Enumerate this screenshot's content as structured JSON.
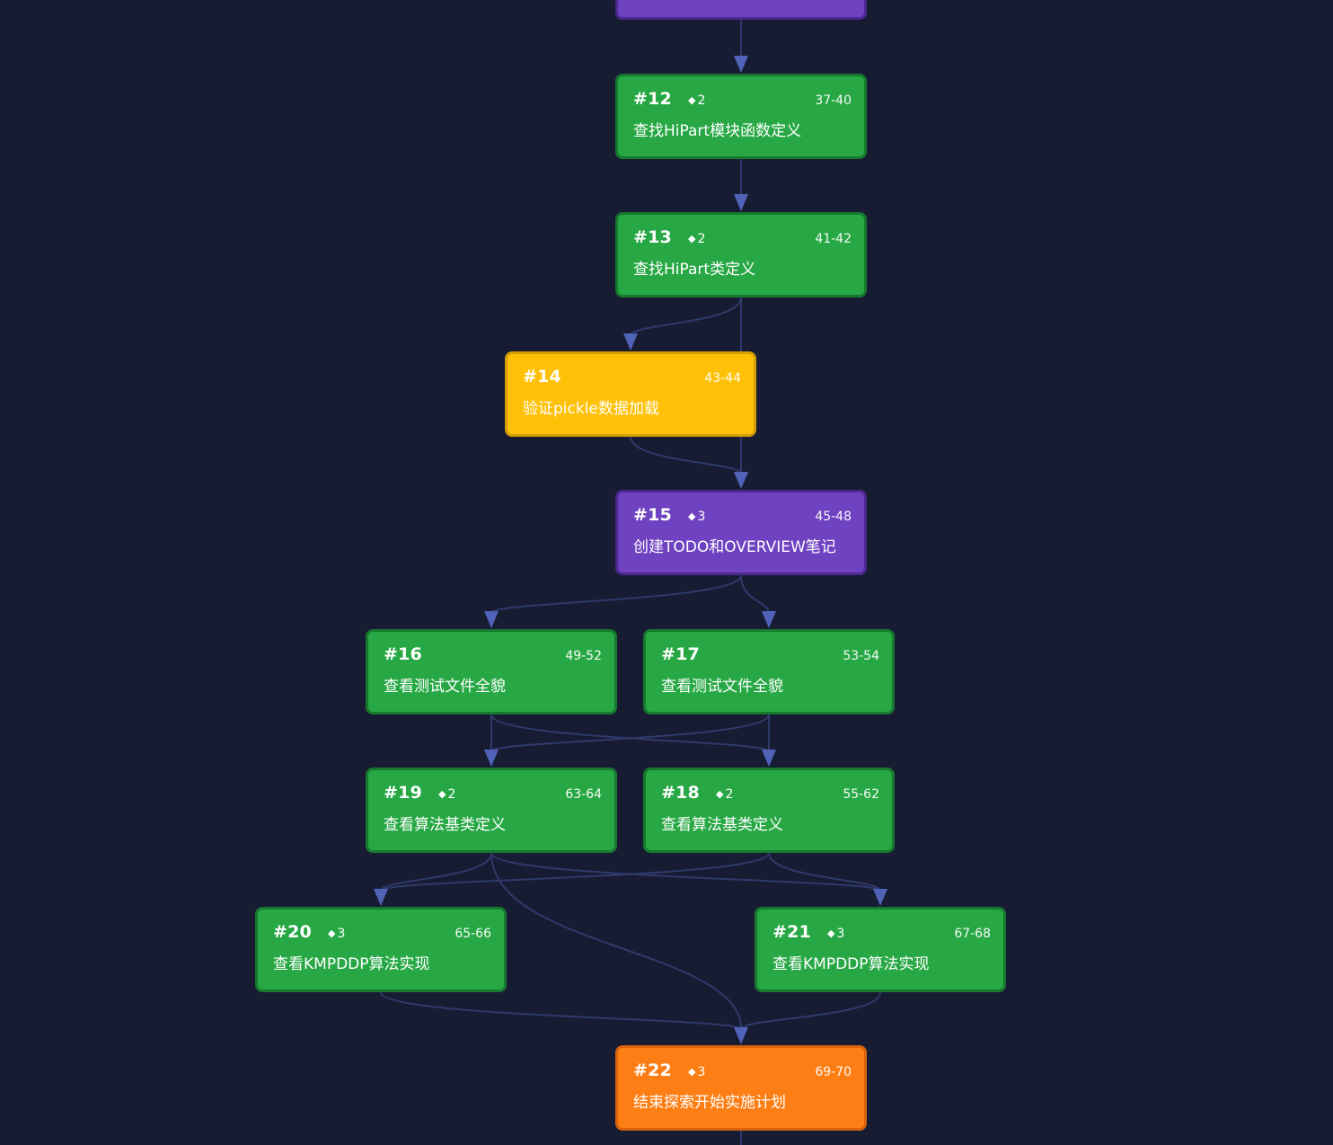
{
  "colors": {
    "background": "#171c33",
    "edge": "#2f3a6a",
    "arrow": "#5063b8",
    "green": "#27a844",
    "purple": "#6f42c1",
    "yellow": "#ffc107",
    "orange": "#fd7e14"
  },
  "icons": {
    "badge": "diamond-icon"
  },
  "top_node": {
    "color": "purple"
  },
  "nodes": [
    {
      "id": "#12",
      "badge": "2",
      "range": "37-40",
      "label": "查找HiPart模块函数定义",
      "color": "green"
    },
    {
      "id": "#13",
      "badge": "2",
      "range": "41-42",
      "label": "查找HiPart类定义",
      "color": "green"
    },
    {
      "id": "#14",
      "badge": "",
      "range": "43-44",
      "label": "验证pickle数据加载",
      "color": "yellow"
    },
    {
      "id": "#15",
      "badge": "3",
      "range": "45-48",
      "label": "创建TODO和OVERVIEW笔记",
      "color": "purple"
    },
    {
      "id": "#16",
      "badge": "",
      "range": "49-52",
      "label": "查看测试文件全貌",
      "color": "green"
    },
    {
      "id": "#17",
      "badge": "",
      "range": "53-54",
      "label": "查看测试文件全貌",
      "color": "green"
    },
    {
      "id": "#19",
      "badge": "2",
      "range": "63-64",
      "label": "查看算法基类定义",
      "color": "green"
    },
    {
      "id": "#18",
      "badge": "2",
      "range": "55-62",
      "label": "查看算法基类定义",
      "color": "green"
    },
    {
      "id": "#20",
      "badge": "3",
      "range": "65-66",
      "label": "查看KMPDDP算法实现",
      "color": "green"
    },
    {
      "id": "#21",
      "badge": "3",
      "range": "67-68",
      "label": "查看KMPDDP算法实现",
      "color": "green"
    },
    {
      "id": "#22",
      "badge": "3",
      "range": "69-70",
      "label": "结束探索开始实施计划",
      "color": "orange"
    }
  ],
  "edges": [
    [
      "top",
      "#12"
    ],
    [
      "#12",
      "#13"
    ],
    [
      "#13",
      "#14"
    ],
    [
      "#13",
      "#15"
    ],
    [
      "#14",
      "#15"
    ],
    [
      "#15",
      "#16"
    ],
    [
      "#15",
      "#17"
    ],
    [
      "#16",
      "#19"
    ],
    [
      "#16",
      "#18"
    ],
    [
      "#17",
      "#19"
    ],
    [
      "#17",
      "#18"
    ],
    [
      "#19",
      "#20"
    ],
    [
      "#19",
      "#21"
    ],
    [
      "#18",
      "#20"
    ],
    [
      "#18",
      "#21"
    ],
    [
      "#19",
      "#22"
    ],
    [
      "#20",
      "#22"
    ],
    [
      "#21",
      "#22"
    ],
    [
      "#22",
      "bottom"
    ]
  ]
}
